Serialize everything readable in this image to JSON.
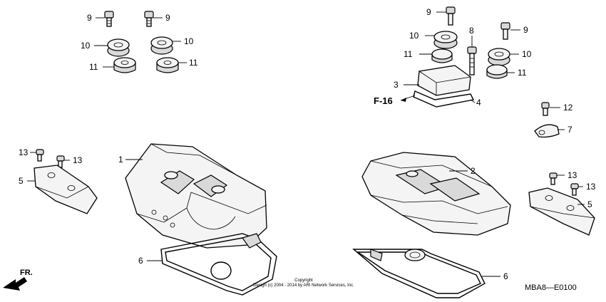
{
  "callouts": [
    {
      "id": "c9a",
      "label": "9"
    },
    {
      "id": "c9b",
      "label": "9"
    },
    {
      "id": "c10a",
      "label": "10"
    },
    {
      "id": "c10b",
      "label": "10"
    },
    {
      "id": "c11a",
      "label": "11"
    },
    {
      "id": "c11b",
      "label": "11"
    },
    {
      "id": "c9c",
      "label": "9"
    },
    {
      "id": "c8",
      "label": "8"
    },
    {
      "id": "c9d",
      "label": "9"
    },
    {
      "id": "c10c",
      "label": "10"
    },
    {
      "id": "c11c",
      "label": "11"
    },
    {
      "id": "c10d",
      "label": "10"
    },
    {
      "id": "c11d",
      "label": "11"
    },
    {
      "id": "c3",
      "label": "3"
    },
    {
      "id": "c4",
      "label": "4"
    },
    {
      "id": "c12",
      "label": "12"
    },
    {
      "id": "c7",
      "label": "7"
    },
    {
      "id": "c13a",
      "label": "13"
    },
    {
      "id": "c13b",
      "label": "13"
    },
    {
      "id": "c5a",
      "label": "5"
    },
    {
      "id": "c1",
      "label": "1"
    },
    {
      "id": "c2",
      "label": "2"
    },
    {
      "id": "c13c",
      "label": "13"
    },
    {
      "id": "c13d",
      "label": "13"
    },
    {
      "id": "c5b",
      "label": "5"
    },
    {
      "id": "c6a",
      "label": "6"
    },
    {
      "id": "c6b",
      "label": "6"
    }
  ],
  "reference": "F-16",
  "direction": "FR.",
  "copyright_line1": "Copyright",
  "copyright_line2": "Design (c) 2004 - 2014 by ARI Network Services, Inc.",
  "diagram_code": "MBA8—E0100"
}
